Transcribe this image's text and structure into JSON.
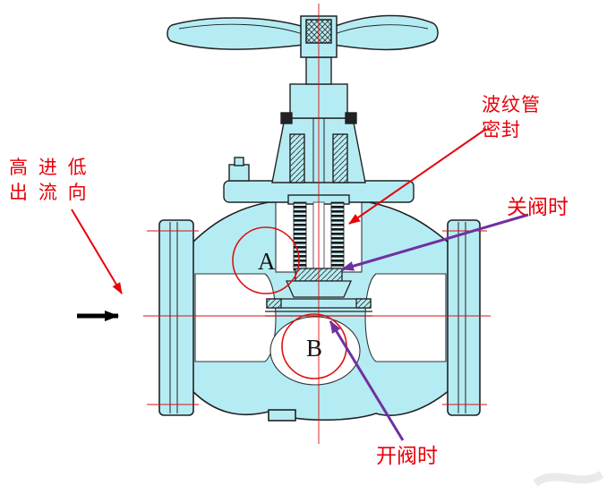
{
  "labels": {
    "flow_dir_line1": "高 进 低",
    "flow_dir_line2": "出 流 向",
    "bellows_line1": "波纹管",
    "bellows_line2": "密封",
    "close_valve": "关阀时",
    "open_valve": "开阀时",
    "point_a": "A",
    "point_b": "B"
  },
  "colors": {
    "annotation_red": "#e8000a",
    "arrow_purple": "#7030a0",
    "valve_fill_cyan": "#b5ecf4",
    "outline_dark": "#222222",
    "flow_arrow_black": "#000000",
    "centerline_red": "#dd1111"
  }
}
